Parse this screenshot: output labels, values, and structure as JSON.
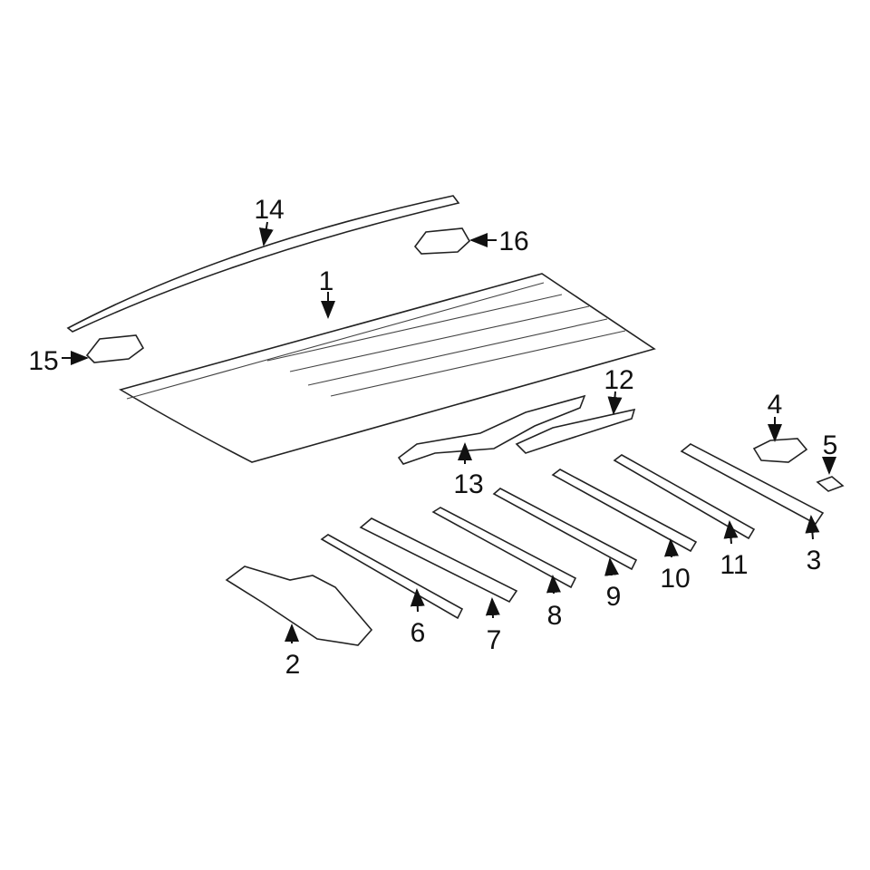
{
  "diagram": {
    "callouts": [
      {
        "id": "1",
        "label": "1"
      },
      {
        "id": "2",
        "label": "2"
      },
      {
        "id": "3",
        "label": "3"
      },
      {
        "id": "4",
        "label": "4"
      },
      {
        "id": "5",
        "label": "5"
      },
      {
        "id": "6",
        "label": "6"
      },
      {
        "id": "7",
        "label": "7"
      },
      {
        "id": "8",
        "label": "8"
      },
      {
        "id": "9",
        "label": "9"
      },
      {
        "id": "10",
        "label": "10"
      },
      {
        "id": "11",
        "label": "11"
      },
      {
        "id": "12",
        "label": "12"
      },
      {
        "id": "13",
        "label": "13"
      },
      {
        "id": "14",
        "label": "14"
      },
      {
        "id": "15",
        "label": "15"
      },
      {
        "id": "16",
        "label": "16"
      }
    ],
    "line_color": "#222222",
    "background": "#ffffff"
  }
}
